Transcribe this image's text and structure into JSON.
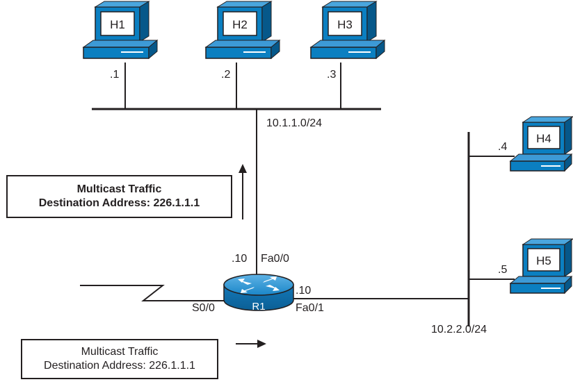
{
  "hosts": [
    {
      "name": "H1",
      "addr": ".1"
    },
    {
      "name": "H2",
      "addr": ".2"
    },
    {
      "name": "H3",
      "addr": ".3"
    },
    {
      "name": "H4",
      "addr": ".4"
    },
    {
      "name": "H5",
      "addr": ".5"
    }
  ],
  "router": {
    "name": "R1",
    "fa00_label": "Fa0/0",
    "fa00_addr": ".10",
    "fa01_label": "Fa0/1",
    "fa01_addr": ".10",
    "s00_label": "S0/0"
  },
  "networks": {
    "top_lan": "10.1.1.0/24",
    "right_lan": "10.2.2.0/24"
  },
  "callouts": {
    "outbound": {
      "line1": "Multicast Traffic",
      "line2": "Destination Address: 226.1.1.1"
    },
    "inbound": {
      "line1": "Multicast Traffic",
      "line2": "Destination Address: 226.1.1.1"
    }
  },
  "colors": {
    "host_blue": "#0b7fc1",
    "host_dark": "#06588a",
    "line": "#231f20"
  }
}
